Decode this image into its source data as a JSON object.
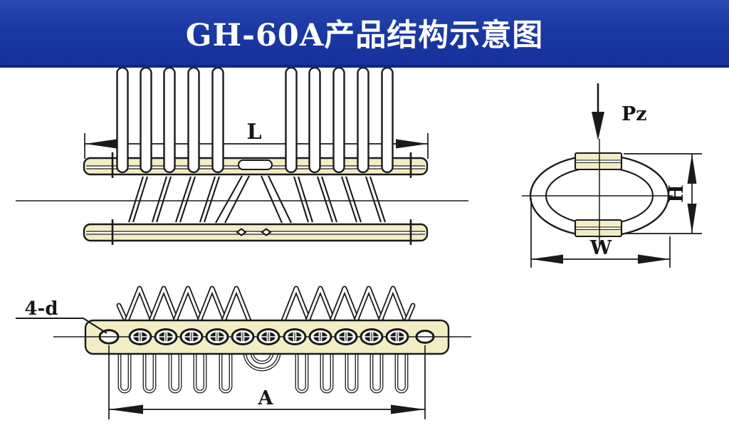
{
  "title": "GH-60A产品结构示意图",
  "labels": {
    "overall_length": "L",
    "hole_span": "A",
    "height": "H",
    "width": "W",
    "vertical_load": "Pz",
    "mounting_holes": "4-d"
  },
  "colors": {
    "header_background": "#1b38a3",
    "header_border_bottom": "#0d2a80",
    "title_text": "#ffffff",
    "bar_fill": "#f3edc6",
    "line": "#1a1a1a",
    "canvas_background": "#ffffff"
  }
}
